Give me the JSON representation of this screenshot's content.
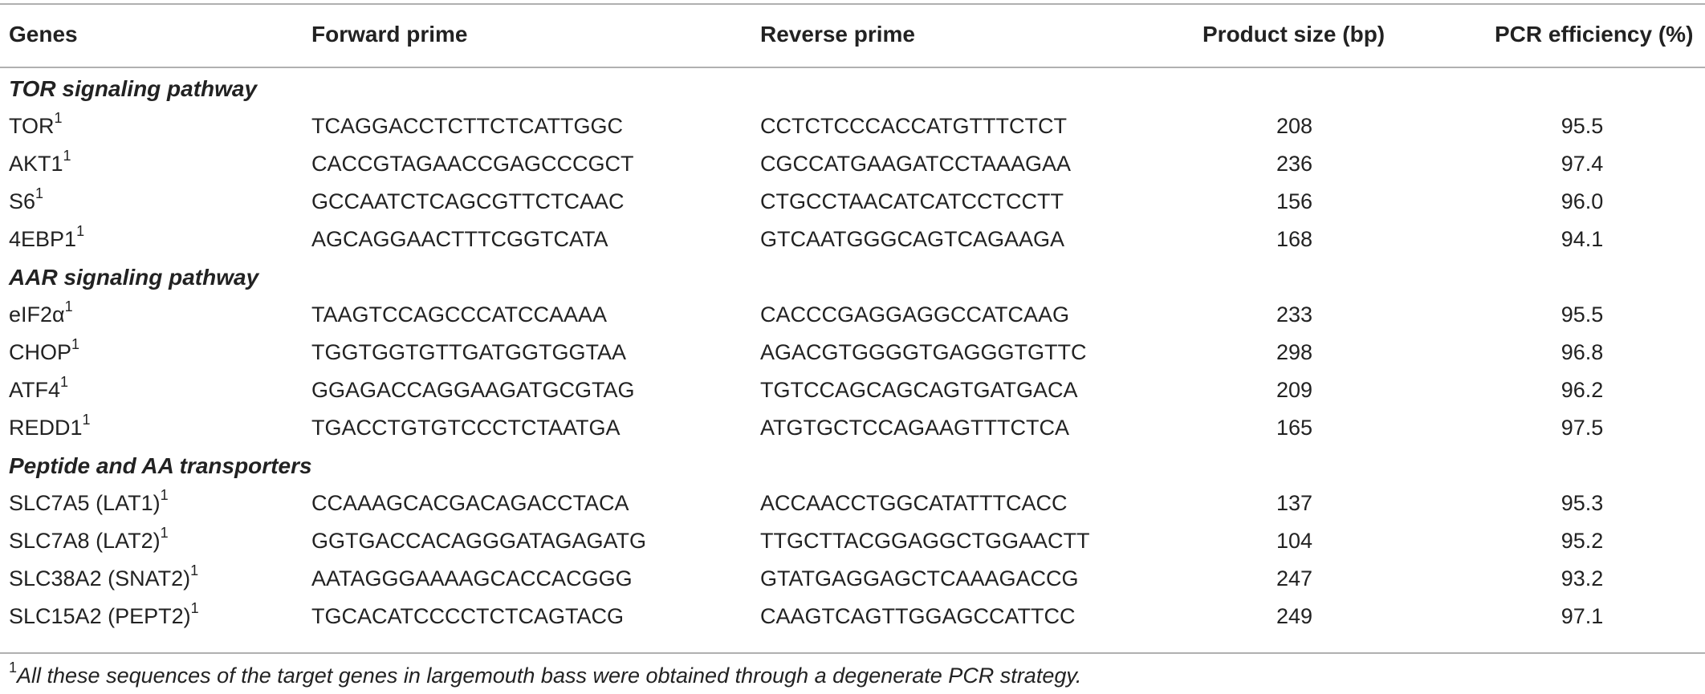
{
  "headers": {
    "genes": "Genes",
    "forward": "Forward prime",
    "reverse": "Reverse prime",
    "product_size": "Product size (bp)",
    "efficiency": "PCR efficiency (%)"
  },
  "sections": [
    {
      "title": "TOR signaling pathway",
      "rows": [
        {
          "gene": "TOR",
          "sup": "1",
          "forward": "TCAGGACCTCTTCTCATTGGC",
          "reverse": "CCTCTCCCACCATGTTTCTCT",
          "size": "208",
          "efficiency": "95.5"
        },
        {
          "gene": "AKT1",
          "sup": "1",
          "forward": "CACCGTAGAACCGAGCCCGCT",
          "reverse": "CGCCATGAAGATCCTAAAGAA",
          "size": "236",
          "efficiency": "97.4"
        },
        {
          "gene": "S6",
          "sup": "1",
          "forward": "GCCAATCTCAGCGTTCTCAAC",
          "reverse": "CTGCCTAACATCATCCTCCTT",
          "size": "156",
          "efficiency": "96.0"
        },
        {
          "gene": "4EBP1",
          "sup": "1",
          "forward": "AGCAGGAACTTTCGGTCATA",
          "reverse": "GTCAATGGGCAGTCAGAAGA",
          "size": "168",
          "efficiency": "94.1"
        }
      ]
    },
    {
      "title": "AAR signaling pathway",
      "rows": [
        {
          "gene": "eIF2α",
          "sup": "1",
          "forward": "TAAGTCCAGCCCATCCAAAA",
          "reverse": "CACCCGAGGAGGCCATCAAG",
          "size": "233",
          "efficiency": "95.5"
        },
        {
          "gene": "CHOP",
          "sup": "1",
          "forward": "TGGTGGTGTTGATGGTGGTAA",
          "reverse": "AGACGTGGGGTGAGGGTGTTC",
          "size": "298",
          "efficiency": "96.8"
        },
        {
          "gene": "ATF4",
          "sup": "1",
          "forward": "GGAGACCAGGAAGATGCGTAG",
          "reverse": "TGTCCAGCAGCAGTGATGACA",
          "size": "209",
          "efficiency": "96.2"
        },
        {
          "gene": "REDD1",
          "sup": "1",
          "forward": "TGACCTGTGTCCCTCTAATGA",
          "reverse": "ATGTGCTCCAGAAGTTTCTCA",
          "size": "165",
          "efficiency": "97.5"
        }
      ]
    },
    {
      "title": "Peptide and AA transporters",
      "rows": [
        {
          "gene": "SLC7A5 (LAT1)",
          "sup": "1",
          "forward": "CCAAAGCACGACAGACCTACA",
          "reverse": "ACCAACCTGGCATATTTCACC",
          "size": "137",
          "efficiency": "95.3"
        },
        {
          "gene": "SLC7A8 (LAT2)",
          "sup": "1",
          "forward": "GGTGACCACAGGGATAGAGATG",
          "reverse": "TTGCTTACGGAGGCTGGAACTT",
          "size": "104",
          "efficiency": "95.2"
        },
        {
          "gene": "SLC38A2 (SNAT2)",
          "sup": "1",
          "forward": "AATAGGGAAAAGCACCACGGG",
          "reverse": "GTATGAGGAGCTCAAAGACCG",
          "size": "247",
          "efficiency": "93.2"
        },
        {
          "gene": "SLC15A2 (PEPT2)",
          "sup": "1",
          "forward": "TGCACATCCCCTCTCAGTACG",
          "reverse": "CAAGTCAGTTGGAGCCATTCC",
          "size": "249",
          "efficiency": "97.1"
        }
      ]
    }
  ],
  "footnote": {
    "mark": "1",
    "text": "All these sequences of the target genes in largemouth bass were obtained through a degenerate PCR strategy."
  }
}
